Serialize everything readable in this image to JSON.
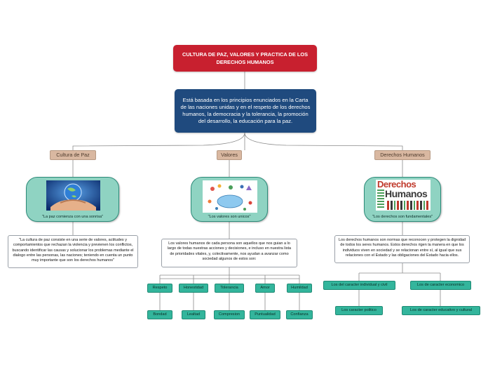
{
  "title": "CULTURA DE PAZ, VALORES Y PRACTICA DE LOS DERECHOS HUMANOS",
  "main": "Está basada en los principios enunciados en la Carta de las naciones unidas y en el respeto de los derechos humanos, la democracia y la tolerancia, la promoción del desarrollo, la educación para la paz.",
  "branches": {
    "paz": {
      "label": "Cultura de Paz",
      "caption": "\"La paz comienza con una sonrisa\"",
      "text": "\"La cultura de paz consiste en una serie de valores, actitudes y comportamientos que rechazan la violencia y previenen los conflictos, buscando identificar las causas y solucionar los problemas mediante el dialogo entre las personas, las naciones; teniendo en cuenta un punto muy importante que son los derechos humanos\""
    },
    "valores": {
      "label": "Valores",
      "caption": "\"Los valores son unicos\"",
      "text": "Los valores humanos de cada persona son aquellos que nos guian a lo largo de todas nuestras acciones y decisiones, e incluso en nuestra lista de prioridades vitales, y, colectivamente, nos ayudan a avanzar como sociedad algunos de estos son:",
      "top": [
        "Respeto",
        "Honestidad",
        "Tolerancia",
        "Amor",
        "Humildad"
      ],
      "bottom": [
        "Bondad",
        "Lealtad",
        "Compresion",
        "Puntualidad",
        "Confianza"
      ]
    },
    "derechos": {
      "label": "Derechos Humanos",
      "caption": "\"Los derechos son fundamentales\"",
      "text": "Los derechos humanos son normas que reconocen y protegen la dignidad de todos los seres humanos. Estos derechos rigen la manera en que los individuos viven en sociedad y se relacionan entre sí, al igual que sus relaciones con el Estado y las obligaciones del Estado hacia ellos.",
      "word1": "Derechos",
      "word2": "Humanos",
      "types": [
        "Los del caracter individual y civil",
        "Los de caracter economico"
      ],
      "subtypes": [
        "Los caracter politico",
        "Los de caracter educativo y cultural"
      ]
    }
  },
  "colors": {
    "title_bg": "#c8202f",
    "main_bg": "#1f4a7e",
    "branch_bg": "#d9b8a1",
    "card_bg": "#8fd3c2",
    "leaf_bg": "#33b59c"
  }
}
